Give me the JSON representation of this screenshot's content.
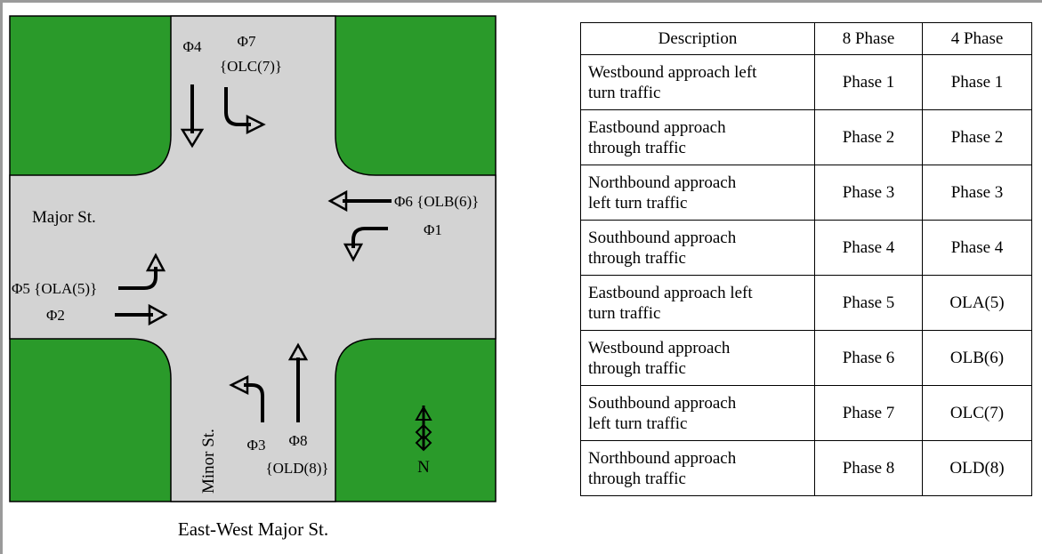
{
  "colors": {
    "grass": "#2a9a2a",
    "road": "#d3d3d3",
    "arrow": "#000000",
    "frame": "#9a9a9a"
  },
  "diagram": {
    "street_major": "Major St.",
    "street_minor": "Minor St.",
    "north": "N",
    "caption": "East-West Major St.",
    "labels": {
      "phi4": "Φ4",
      "phi7": "Φ7",
      "olc7": "{OLC(7)}",
      "phi6_olb": "Φ6 {OLB(6)}",
      "phi1": "Φ1",
      "phi5_ola": "Φ5 {OLA(5)}",
      "phi2": "Φ2",
      "phi3": "Φ3",
      "phi8": "Φ8",
      "old8": "{OLD(8)}"
    }
  },
  "table": {
    "headers": [
      "Description",
      "8 Phase",
      "4 Phase"
    ],
    "rows": [
      {
        "desc1": "Westbound approach left",
        "desc2": "turn traffic",
        "p8": "Phase 1",
        "p4": "Phase 1"
      },
      {
        "desc1": "Eastbound approach",
        "desc2": "through traffic",
        "p8": "Phase 2",
        "p4": "Phase 2"
      },
      {
        "desc1": "Northbound approach",
        "desc2": "left turn traffic",
        "p8": "Phase 3",
        "p4": "Phase 3"
      },
      {
        "desc1": "Southbound approach",
        "desc2": "through traffic",
        "p8": "Phase 4",
        "p4": "Phase 4"
      },
      {
        "desc1": "Eastbound approach left",
        "desc2": "turn traffic",
        "p8": "Phase 5",
        "p4": "OLA(5)"
      },
      {
        "desc1": "Westbound approach",
        "desc2": "through traffic",
        "p8": "Phase 6",
        "p4": "OLB(6)"
      },
      {
        "desc1": "Southbound approach",
        "desc2": "left turn traffic",
        "p8": "Phase 7",
        "p4": "OLC(7)"
      },
      {
        "desc1": "Northbound approach",
        "desc2": "through traffic",
        "p8": "Phase 8",
        "p4": "OLD(8)"
      }
    ]
  }
}
